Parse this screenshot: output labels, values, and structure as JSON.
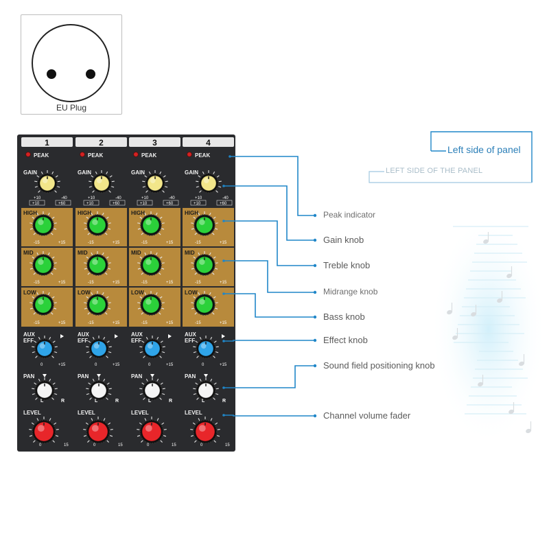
{
  "plug": {
    "label": "EU Plug",
    "icon": "eu-socket-icon"
  },
  "panel_titles": {
    "main": "Left side of panel",
    "ghost": "LEFT SIDE OF THE PANEL"
  },
  "mixer": {
    "channels": [
      {
        "number": "1"
      },
      {
        "number": "2"
      },
      {
        "number": "3"
      },
      {
        "number": "4"
      }
    ],
    "labels": {
      "peak": "PEAK",
      "gain": "GAIN",
      "high": "HIGH",
      "mid": "MID",
      "low": "LOW",
      "aux": "AUX",
      "eff": "EFF",
      "pan": "PAN",
      "level": "LEVEL"
    },
    "scales": {
      "gain_top_left": "+10",
      "gain_top_right": "-40",
      "gain_bottom_left": "+10",
      "gain_bottom_right": "+60",
      "eq_left": "-15",
      "eq_right": "+15",
      "aux_left": "0",
      "aux_right": "+15",
      "pan_left": "L",
      "pan_right": "R",
      "level_left": "0",
      "level_right": "15"
    },
    "colors": {
      "panel": "#2a2b2e",
      "eq_gold": "#b88a3c",
      "gain_knob": "#f2e68a",
      "eq_knob": "#2bd13a",
      "aux_knob": "#2fa4e8",
      "pan_knob": "#f4f4f4",
      "level_knob": "#e8262a",
      "peak_led": "#d32222"
    }
  },
  "callouts": [
    {
      "text": "Peak indicator"
    },
    {
      "text": "Gain knob"
    },
    {
      "text": "Treble knob"
    },
    {
      "text": "Midrange knob"
    },
    {
      "text": "Bass knob"
    },
    {
      "text": "Effect knob"
    },
    {
      "text": "Sound field positioning knob"
    },
    {
      "text": "Channel volume fader"
    }
  ],
  "accent_color": "#1f86c8"
}
